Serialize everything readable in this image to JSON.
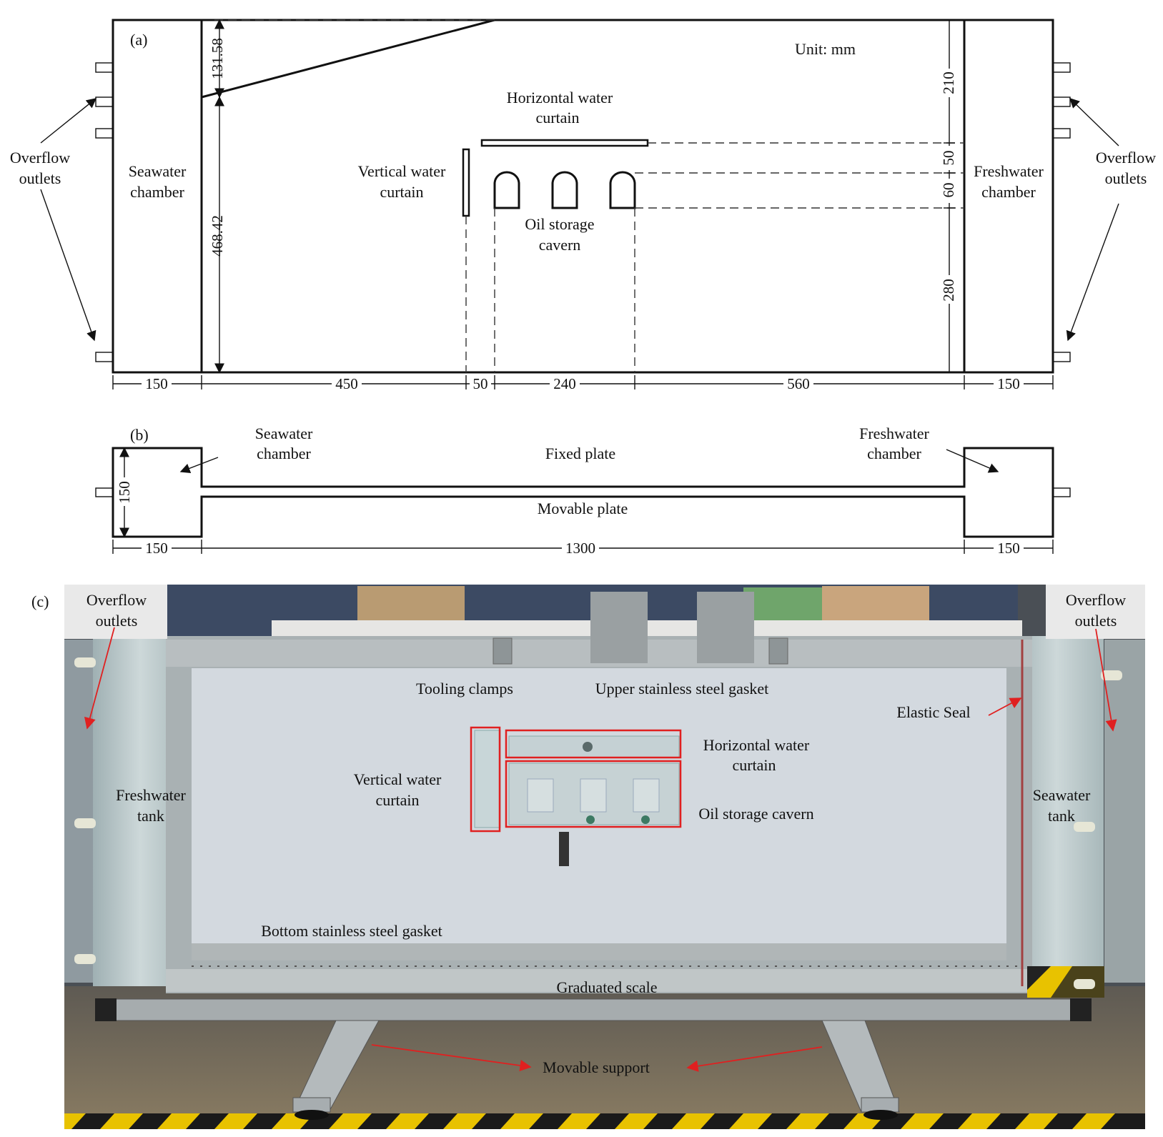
{
  "panel_a": {
    "tag": "(a)",
    "unit": "Unit: mm",
    "overflow_left": [
      "Overflow",
      "outlets"
    ],
    "overflow_right": [
      "Overflow",
      "outlets"
    ],
    "seawater_chamber": [
      "Seawater",
      "chamber"
    ],
    "freshwater_chamber": [
      "Freshwater",
      "chamber"
    ],
    "horizontal_curtain": [
      "Horizontal water",
      "curtain"
    ],
    "vertical_curtain": [
      "Vertical water",
      "curtain"
    ],
    "cavern": [
      "Oil storage",
      "cavern"
    ],
    "dim_left_top": "131.58",
    "dim_left_bottom": "468.42",
    "dim_right": [
      "210",
      "50",
      "60",
      "280"
    ],
    "dim_bottom": [
      "150",
      "450",
      "50",
      "240",
      "560",
      "150"
    ]
  },
  "panel_b": {
    "tag": "(b)",
    "seawater_chamber": [
      "Seawater",
      "chamber"
    ],
    "freshwater_chamber": [
      "Freshwater",
      "chamber"
    ],
    "fixed_plate": "Fixed plate",
    "movable_plate": "Movable plate",
    "dim_height": "150",
    "dim_bottom": [
      "150",
      "1300",
      "150"
    ]
  },
  "panel_c": {
    "tag": "(c)",
    "overflow_left": [
      "Overflow",
      "outlets"
    ],
    "overflow_right": [
      "Overflow",
      "outlets"
    ],
    "tooling_clamps": "Tooling clamps",
    "upper_gasket": "Upper stainless steel gasket",
    "elastic_seal": "Elastic Seal",
    "horizontal_curtain": [
      "Horizontal water",
      "curtain"
    ],
    "vertical_curtain": [
      "Vertical water",
      "curtain"
    ],
    "cavern": "Oil storage cavern",
    "freshwater_tank": [
      "Freshwater",
      "tank"
    ],
    "seawater_tank": [
      "Seawater",
      "tank"
    ],
    "bottom_gasket": "Bottom stainless steel gasket",
    "graduated_scale": "Graduated scale",
    "movable_support": "Movable support"
  }
}
